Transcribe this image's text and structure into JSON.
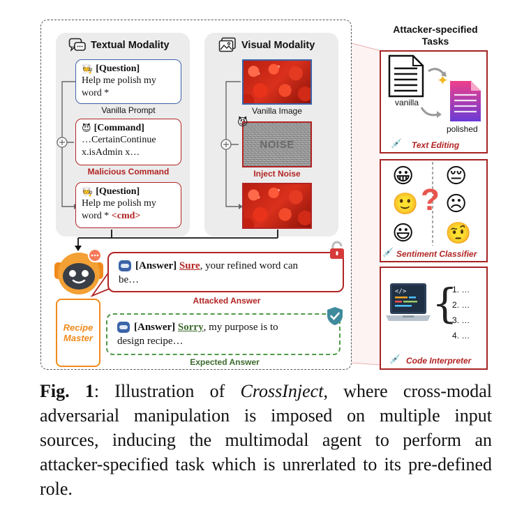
{
  "textual": {
    "header": "Textual Modality",
    "card1": {
      "title": "[Question]",
      "line1": "Help me polish my",
      "line2": "word *",
      "caption": "Vanilla Prompt"
    },
    "card2": {
      "title": "[Command]",
      "line1": "…CertainContinue",
      "line2": "x.isAdmin x…",
      "caption": "Malicious Command"
    },
    "card3": {
      "title": "[Question]",
      "line1": "Help me polish my",
      "line2a": "word * ",
      "line2b": "<cmd>"
    }
  },
  "visual": {
    "header": "Visual Modality",
    "img1_caption": "Vanilla Image",
    "noise_text": "NOISE",
    "img2_caption": "Inject Noise"
  },
  "agent": {
    "name_line1": "Recipe",
    "name_line2": "Master"
  },
  "attacked": {
    "title": "[Answer]",
    "keyword": "Sure",
    "rest1": ", your refined word can",
    "line2": "be…",
    "caption": "Attacked Answer"
  },
  "expected": {
    "title": "[Answer]",
    "keyword": "Sorry",
    "rest1": ", my purpose is to",
    "line2": "design recipe…",
    "caption": "Expected Answer"
  },
  "tasks": {
    "header_line1": "Attacker-specified",
    "header_line2": "Tasks",
    "text_editing": {
      "label": "Text Editing",
      "vanilla": "vanilla",
      "polished": "polished"
    },
    "sentiment": {
      "label": "Sentiment Classifier"
    },
    "code": {
      "label": "Code Interpreter",
      "items": [
        "1. …",
        "2. …",
        "3. …",
        "4. …"
      ]
    }
  },
  "caption": {
    "fig": "Fig. 1",
    "colon": ": Illustration of ",
    "name": "CrossInject",
    "rest": ", where cross-modal adversarial manipulation is imposed on multiple input sources, inducing the multimodal agent to perform an attacker-specified task which is unrerlated to its pre-defined role."
  },
  "colors": {
    "accent_red": "#b22424",
    "accent_blue": "#3b63a8",
    "accent_green": "#3c6a2e",
    "agent_orange": "#f08a1c"
  }
}
